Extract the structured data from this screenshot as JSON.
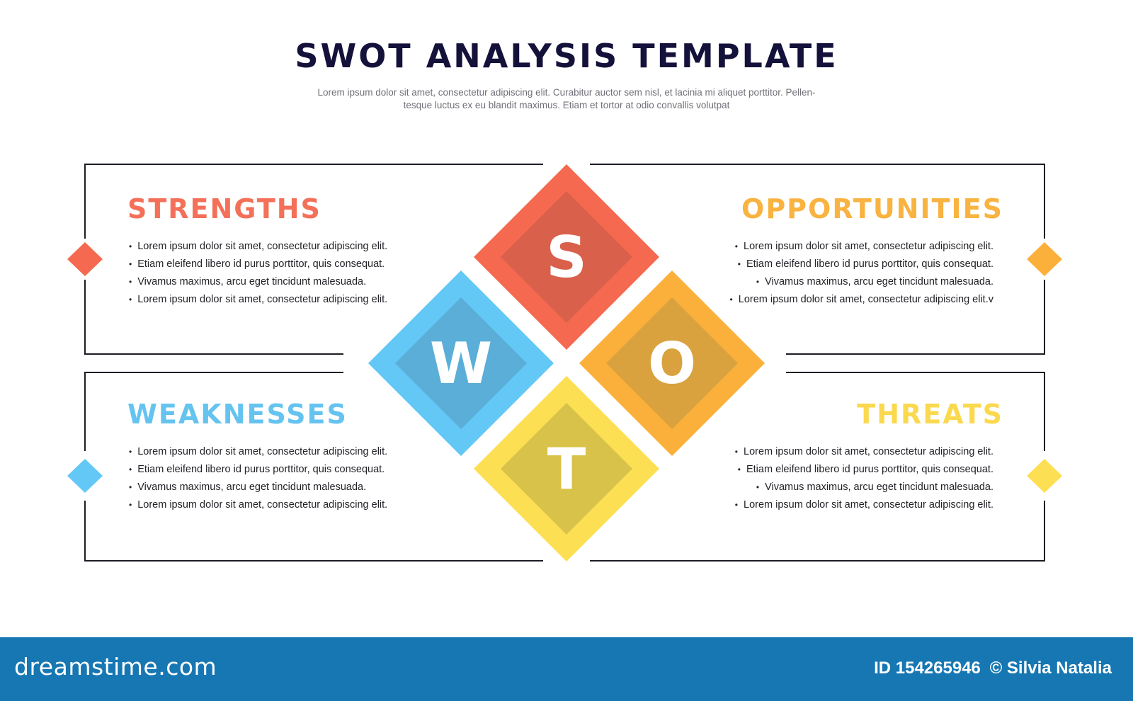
{
  "title": "SWOT ANALYSIS TEMPLATE",
  "subtitle_lines": [
    "Lorem ipsum dolor sit amet, consectetur adipiscing elit. Curabitur auctor sem nisl, et lacinia mi aliquet porttitor. Pellen-",
    "tesque luctus ex eu blandit maximus. Etiam et tortor at odio convallis volutpat"
  ],
  "colors": {
    "strengths": "#f4694f",
    "strengths_inner": "#d9604a",
    "opportunities": "#fbb03b",
    "opportunities_inner": "#d9a23f",
    "weaknesses": "#63c8f5",
    "weaknesses_inner": "#5aaed7",
    "threats": "#fddf53",
    "threats_inner": "#d8c24a",
    "strengths_heading": "#f47059",
    "opportunities_heading": "#f9b340",
    "weaknesses_heading": "#65c3f0",
    "threats_heading": "#fbd94e",
    "frame": "#1c1c24",
    "footer": "#1677b3"
  },
  "diamonds": {
    "s": "S",
    "w": "W",
    "o": "O",
    "t": "T"
  },
  "strengths": {
    "heading": "STRENGTHS",
    "items": [
      "Lorem ipsum dolor sit amet, consectetur adipiscing elit.",
      "Etiam eleifend libero id purus porttitor, quis consequat.",
      "Vivamus maximus, arcu eget tincidunt malesuada.",
      "Lorem ipsum dolor sit amet, consectetur adipiscing elit."
    ]
  },
  "opportunities": {
    "heading": "OPPORTUNITIES",
    "items": [
      "Lorem ipsum dolor sit amet, consectetur adipiscing elit.",
      "Etiam eleifend libero id purus porttitor, quis consequat.",
      "Vivamus maximus, arcu eget tincidunt malesuada.",
      "Lorem ipsum dolor sit amet, consectetur adipiscing elit.v"
    ]
  },
  "weaknesses": {
    "heading": "WEAKNESSES",
    "items": [
      "Lorem ipsum dolor sit amet, consectetur adipiscing elit.",
      "Etiam eleifend libero id purus porttitor, quis consequat.",
      "Vivamus maximus, arcu eget tincidunt malesuada.",
      "Lorem ipsum dolor sit amet, consectetur adipiscing elit."
    ]
  },
  "threats": {
    "heading": "THREATS",
    "items": [
      "Lorem ipsum dolor sit amet, consectetur adipiscing elit.",
      "Etiam eleifend libero id purus porttitor, quis consequat.",
      "Vivamus maximus, arcu eget tincidunt malesuada.",
      "Lorem ipsum dolor sit amet, consectetur adipiscing elit."
    ]
  },
  "footer": {
    "brand": "dreamstime.com",
    "id_text": "ID 154265946",
    "credit": "© Silvia Natalia"
  }
}
